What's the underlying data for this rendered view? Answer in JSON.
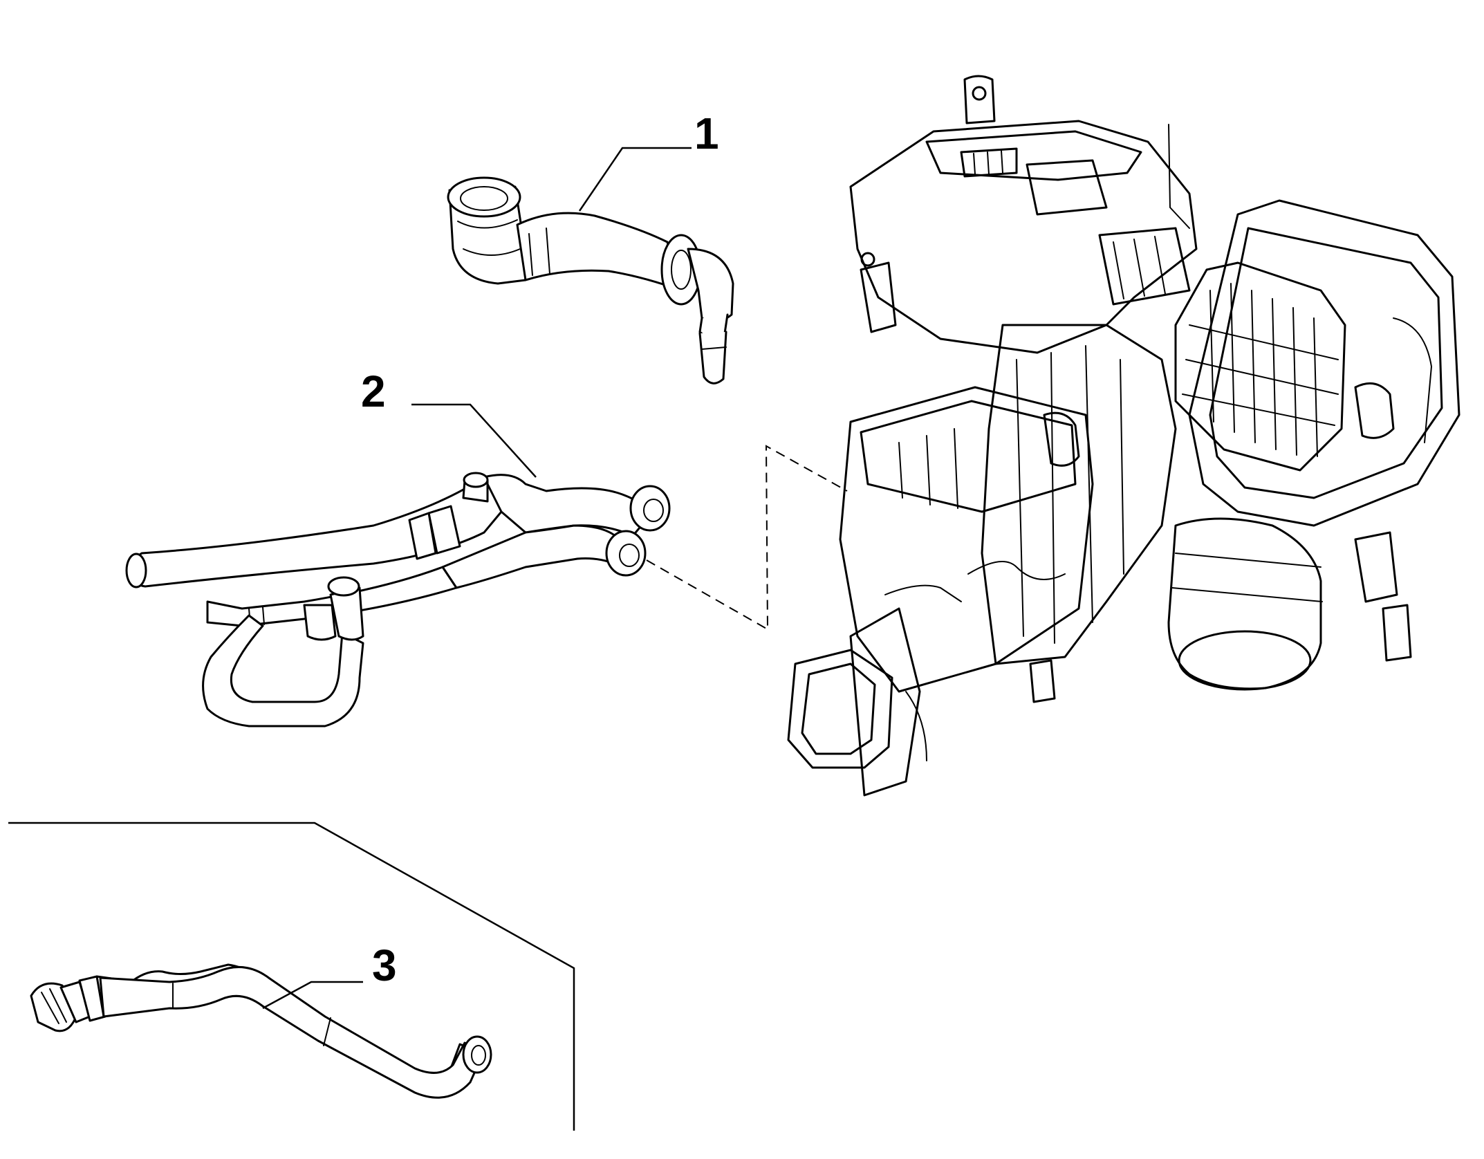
{
  "callouts": [
    {
      "id": "part-1",
      "label": "1"
    },
    {
      "id": "part-2",
      "label": "2"
    },
    {
      "id": "part-3",
      "label": "3"
    }
  ],
  "colors": {
    "ink": "#000000",
    "background": "#ffffff"
  }
}
